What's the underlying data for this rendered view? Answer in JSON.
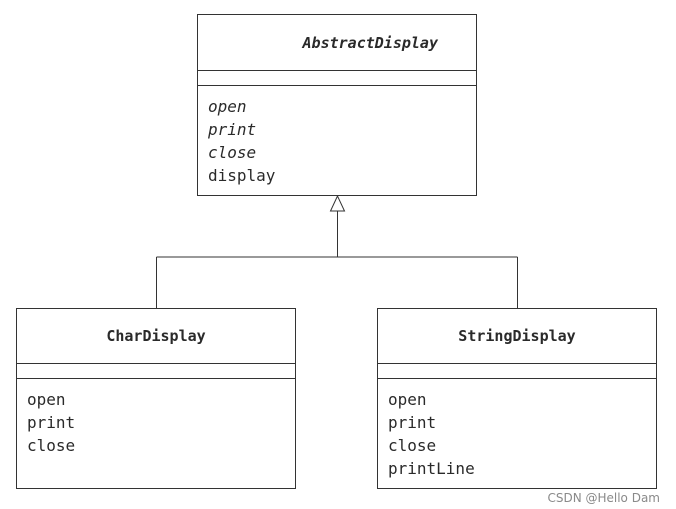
{
  "diagram": {
    "classes": {
      "abstract_display": {
        "name": "AbstractDisplay",
        "operations": [
          "open",
          "print",
          "close",
          "display"
        ]
      },
      "char_display": {
        "name": "CharDisplay",
        "operations": [
          "open",
          "print",
          "close"
        ]
      },
      "string_display": {
        "name": "StringDisplay",
        "operations": [
          "open",
          "print",
          "close",
          "printLine"
        ]
      }
    },
    "relationship": "inheritance"
  },
  "watermark": "CSDN @Hello Dam"
}
